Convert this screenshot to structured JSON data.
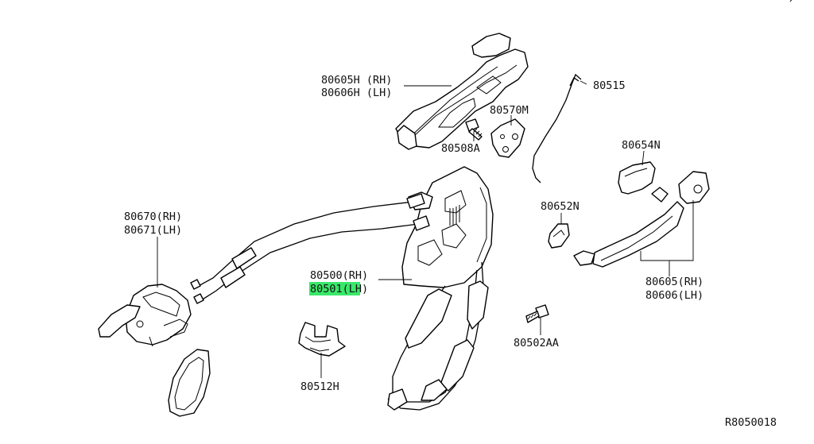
{
  "labels": {
    "p80605h": "80605H (RH)",
    "p80606h": "80606H (LH)",
    "p80515": "80515",
    "p80570m": "80570M",
    "p80508a": "80508A",
    "p80654n": "80654N",
    "p80652n": "80652N",
    "p80670": "80670(RH)",
    "p80671": "80671(LH)",
    "p80500": "80500(RH)",
    "p80501": "80501(LH)",
    "p80605": "80605(RH)",
    "p80606": "80606(LH)",
    "p80502aa": "80502AA",
    "p80512h": "80512H",
    "diagram_ref": "R8050018"
  },
  "colors": {
    "highlight": "#39e86a",
    "line": "#000000",
    "background": "#ffffff"
  }
}
